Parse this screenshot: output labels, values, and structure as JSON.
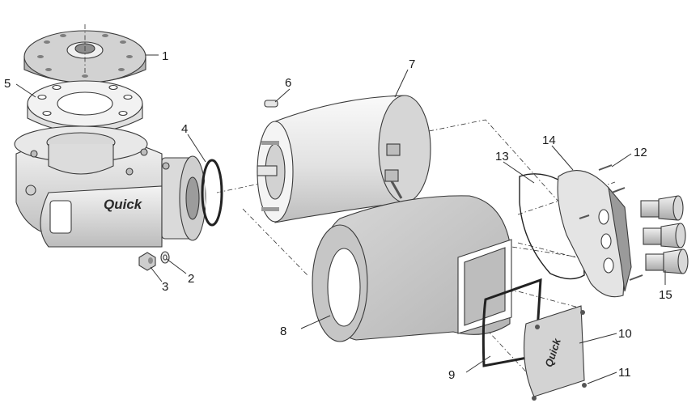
{
  "brand_text": "Quick",
  "callouts": [
    {
      "id": "1",
      "label": "1"
    },
    {
      "id": "2",
      "label": "2"
    },
    {
      "id": "3",
      "label": "3"
    },
    {
      "id": "4",
      "label": "4"
    },
    {
      "id": "5",
      "label": "5"
    },
    {
      "id": "6",
      "label": "6"
    },
    {
      "id": "7",
      "label": "7"
    },
    {
      "id": "8",
      "label": "8"
    },
    {
      "id": "9",
      "label": "9"
    },
    {
      "id": "10",
      "label": "10"
    },
    {
      "id": "11",
      "label": "11"
    },
    {
      "id": "12",
      "label": "12"
    },
    {
      "id": "13",
      "label": "13"
    },
    {
      "id": "14",
      "label": "14"
    },
    {
      "id": "15",
      "label": "15"
    }
  ],
  "colors": {
    "line": "#3a3a3a",
    "part_light": "#eeeeee",
    "part_mid": "#d4d4d4",
    "part_dark": "#a8a8a8",
    "cover_grey": "#c9c9c9"
  }
}
